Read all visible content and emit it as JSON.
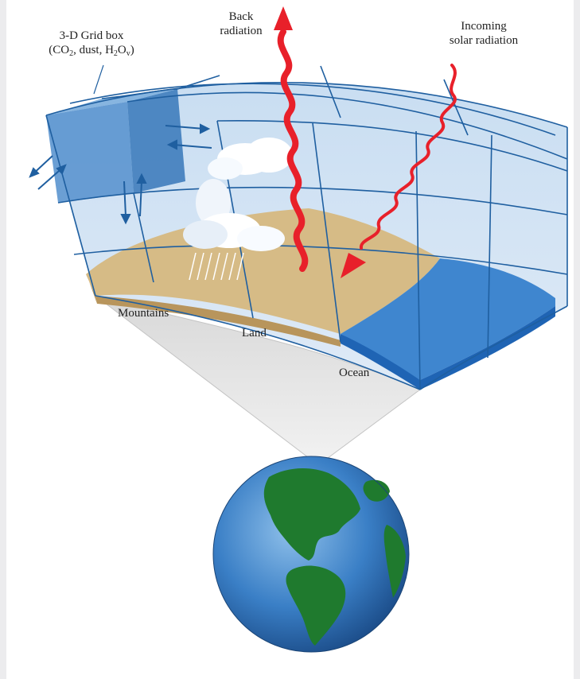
{
  "labels": {
    "grid_box_line1": "3-D Grid box",
    "grid_box_open": "(CO",
    "grid_box_sub1": "2",
    "grid_box_mid": ", dust, H",
    "grid_box_sub2": "2",
    "grid_box_o": "O",
    "grid_box_sub3": "v",
    "grid_box_close": ")",
    "back_radiation_line1": "Back",
    "back_radiation_line2": "radiation",
    "incoming_line1": "Incoming",
    "incoming_line2": "solar radiation",
    "mountains": "Mountains",
    "land": "Land",
    "ocean": "Ocean"
  },
  "colors": {
    "grid_fill": "#b7d2ec",
    "grid_line": "#1f5fa0",
    "grid_box": "#5b95cf",
    "grid_box_dark": "#3f7dbd",
    "land_top": "#d6bb86",
    "land_side": "#b8955c",
    "ocean_top": "#3f86cf",
    "ocean_side": "#1f64b4",
    "radiation": "#e8202a",
    "earth_ocean": "#3a7fc6",
    "earth_land": "#1f7a2e",
    "cone": "#cfcfcf"
  }
}
